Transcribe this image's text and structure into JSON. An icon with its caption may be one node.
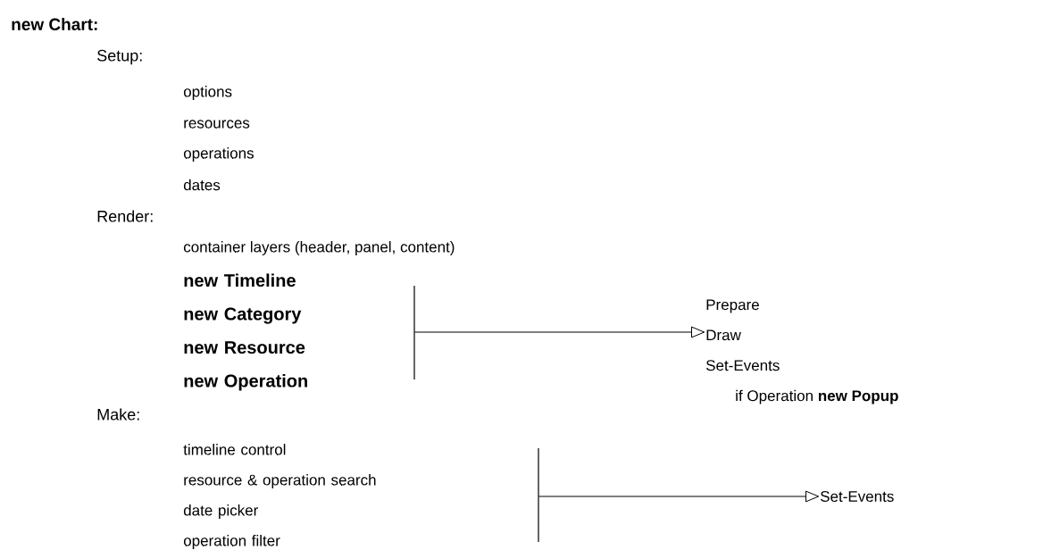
{
  "diagram": {
    "nodes": [
      {
        "text": [
          "new Timeline",
          "new Category",
          "new Resource",
          "new Operation"
        ]
      },
      {
        "text": [
          "Prepare",
          "Draw",
          "Set-Events",
          "if Operation **new Popup**"
        ]
      },
      {
        "text": [
          "timeline control",
          "resource & operation search",
          "date picker",
          "operation filter"
        ]
      },
      {
        "text": [
          "Set-Events"
        ]
      }
    ],
    "edges": [
      {
        "from": 0,
        "to": 1,
        "arrow": "to"
      },
      {
        "from": 2,
        "to": 3,
        "arrow": "to"
      }
    ],
    "labels": [
      "new Chart:",
      "Setup:",
      "options",
      "resources",
      "operations",
      "dates",
      "Render:",
      "container layers (header, panel, content)",
      "Make:"
    ]
  }
}
